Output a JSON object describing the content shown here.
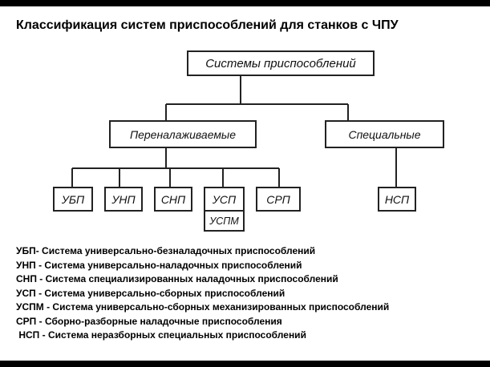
{
  "title": "Классификация систем приспособлений для станков с ЧПУ",
  "diagram": {
    "root": "Системы приспособлений",
    "branch_left": "Переналаживаемые",
    "branch_right": "Специальные",
    "leaves": [
      "УБП",
      "УНП",
      "СНП",
      "УСП",
      "СРП"
    ],
    "sub_leaf": "УСПМ",
    "leaf_right": "НСП"
  },
  "legend": [
    "УБП-  Система универсально-безналадочных приспособлений",
    "УНП - Система универсально-наладочных приспособлений",
    "СНП - Система специализированных наладочных приспособлений",
    "УСП - Система универсально-сборных приспособлений",
    "УСПМ - Система универсально-сборных механизированных приспособлений",
    "СРП - Сборно-разборные наладочные приспособления",
    " НСП - Система неразборных специальных приспособлений"
  ]
}
